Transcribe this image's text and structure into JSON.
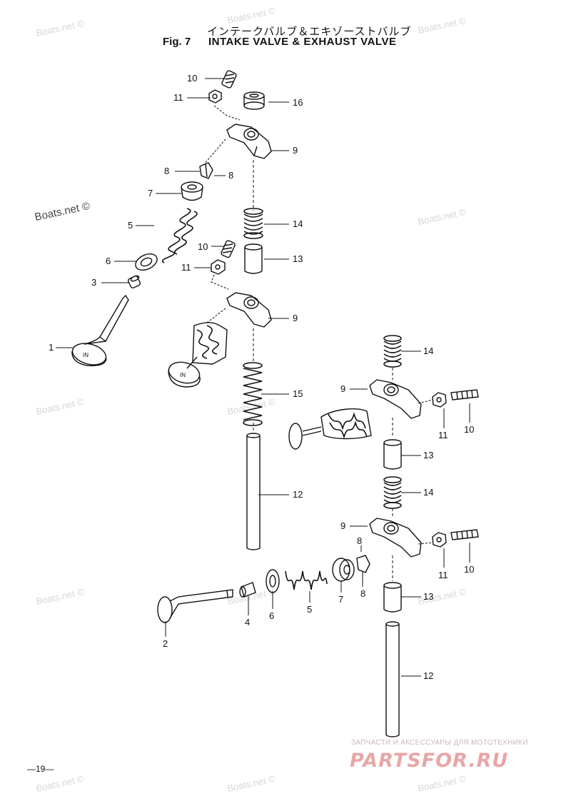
{
  "header": {
    "title_jp": "インテークバルブ＆エキゾーストバルブ",
    "fig_label": "Fig. 7",
    "title_en": "INTAKE VALVE & EXHAUST VALVE"
  },
  "watermark": "Boats.net ©",
  "page_number": "—19—",
  "shop": {
    "tagline": "ЗАПЧАСТИ И АКСЕССУАРЫ ДЛЯ МОТОТЕХНИКИ",
    "logo": "PARTSFOR.RU"
  },
  "valve_marking": "IN",
  "callouts": {
    "c10a": "10",
    "c11a": "11",
    "c16": "16",
    "c9a": "9",
    "c8a": "8",
    "c8b": "8",
    "c7a": "7",
    "c5a": "5",
    "c14a": "14",
    "c10b": "10",
    "c13a": "13",
    "c6a": "6",
    "c11b": "11",
    "c3": "3",
    "c9b": "9",
    "c1": "1",
    "c15": "15",
    "c12a": "12",
    "c14b": "14",
    "c9c": "9",
    "c11c": "11",
    "c10c": "10",
    "c13b": "13",
    "c14c": "14",
    "c9d": "9",
    "c8c": "8",
    "c8d": "8",
    "c11d": "11",
    "c10d": "10",
    "c13c": "13",
    "c4": "4",
    "c6b": "6",
    "c5b": "5",
    "c7b": "7",
    "c2": "2",
    "c12b": "12"
  }
}
